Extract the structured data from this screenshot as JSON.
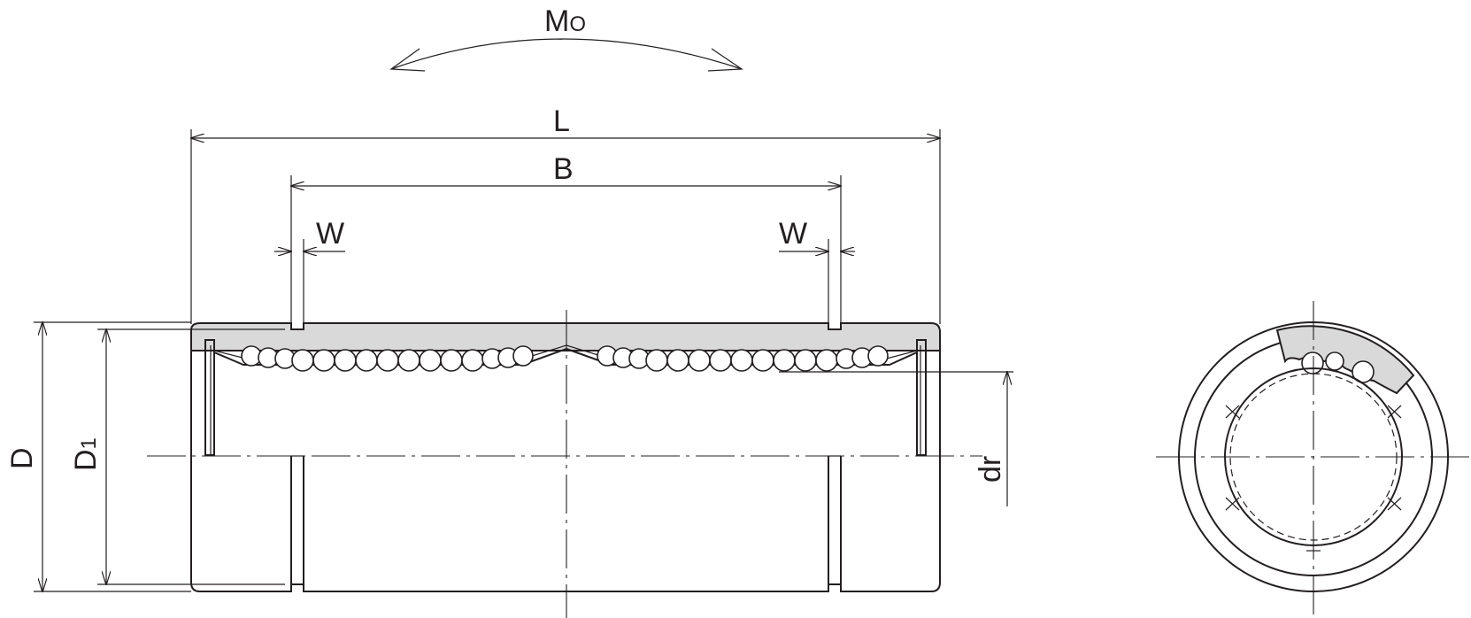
{
  "labels": {
    "moment": "M",
    "moment_sub": "O",
    "length": "L",
    "retainer_span": "B",
    "groove_width_left": "W",
    "groove_width_right": "W",
    "outer_diameter": "D",
    "groove_diameter": "D",
    "groove_diameter_sub": "1",
    "inscribed_diameter": "dr"
  },
  "colors": {
    "line": "#231f20",
    "section_fill": "#d9d9d9",
    "ball_fill": "#ffffff"
  }
}
